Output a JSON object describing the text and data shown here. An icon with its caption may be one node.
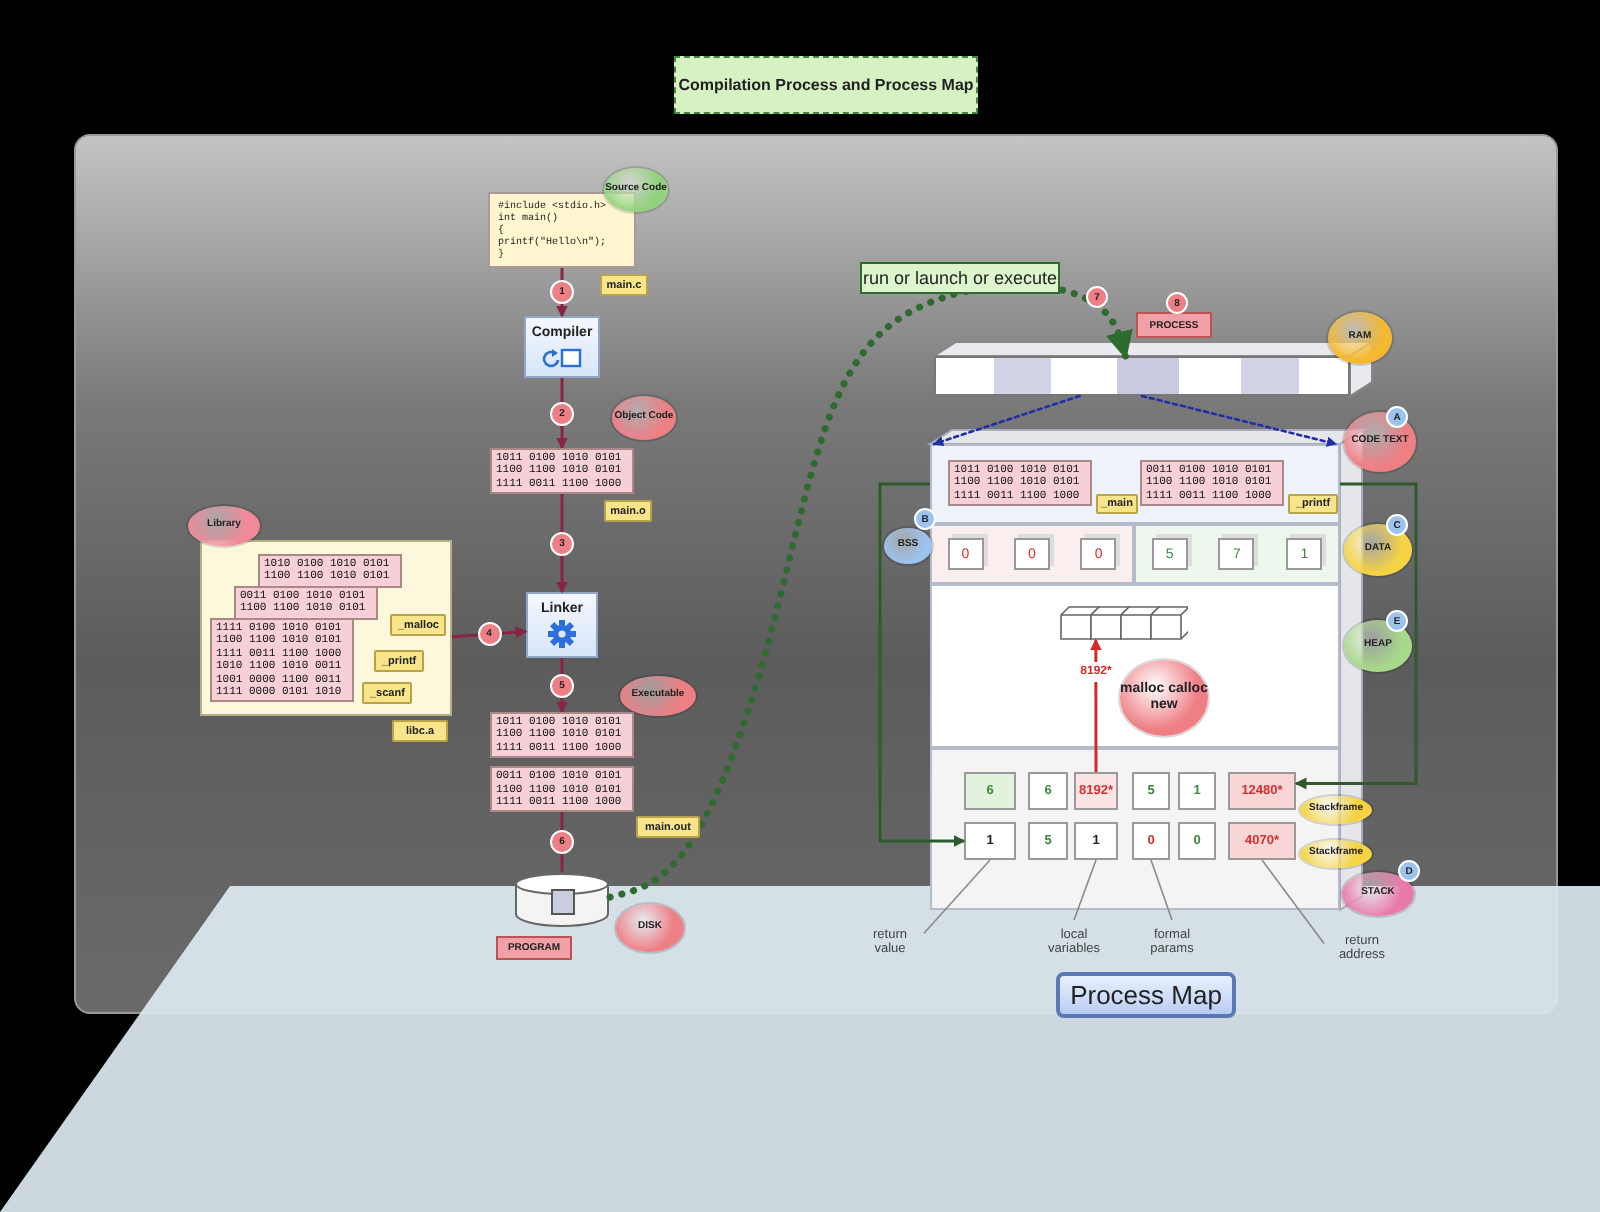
{
  "diagram": {
    "title": "Compilation Process and Process Map",
    "nodes": [
      {
        "text": [
          "#include <stdio.h>",
          "int main()",
          "{",
          "printf(\"Hello\\n\");",
          "}"
        ],
        "beside": [
          "Source Code",
          "main.c"
        ]
      },
      {
        "text": [
          "Compiler"
        ]
      },
      {
        "text": [
          "1011 0100 1010 0101 1100 1100 1010 0101 1111 0011 1100 1000"
        ],
        "beside": [
          "Object Code",
          "main.o"
        ]
      },
      {
        "text": [
          "Linker"
        ]
      },
      {
        "text": [
          "1010 0100 1010 0101 1100 1100 1010 0101",
          "0011 0100 1010 0101 1100 1100 1010 0101",
          "1111 0100 1010 0101 1100 1100 1010 0101 1111 0011 1100 1000 1010 1100 1010 0011 1001 0000 1100 0011 1111 0000 0101 1010",
          "_malloc",
          "_printf",
          "_scanf"
        ],
        "beside": [
          "Library",
          "libc.a"
        ]
      },
      {
        "text": [
          "1011 0100 1010 0101 1100 1100 1010 0101 1111 0011 1100 1000",
          "0011 0100 1010 0101 1100 1100 1010 0101 1111 0011 1100 1000"
        ],
        "beside": [
          "Executable",
          "main.out"
        ]
      },
      {
        "text": [],
        "shape": "cylinder",
        "beside": [
          "PROGRAM",
          "DISK"
        ]
      },
      {
        "text": [],
        "shape": "bar",
        "beside": [
          "PROCESS",
          "RAM"
        ]
      },
      {
        "text": [],
        "shape": "box"
      },
      {
        "text": [],
        "shape": "box",
        "in": 8,
        "beside": [
          "CODE TEXT"
        ]
      },
      {
        "text": [
          "1011 0100 1010 0101 1100 1100 1010 0101 1111 0011 1100 1000"
        ],
        "in": 9,
        "beside": [
          "_main"
        ]
      },
      {
        "text": [
          "0011 0100 1010 0101 1100 1100 1010 0101 1111 0011 1100 1000"
        ],
        "in": 9,
        "beside": [
          "_printf"
        ]
      },
      {
        "text": [
          "0",
          "0",
          "0"
        ],
        "in": 8,
        "beside": [
          "BSS"
        ]
      },
      {
        "text": [
          "5",
          "7",
          "1"
        ],
        "in": 8,
        "beside": [
          "DATA"
        ]
      },
      {
        "text": [],
        "shape": "box",
        "in": 8,
        "beside": [
          "HEAP",
          "malloc calloc new"
        ]
      },
      {
        "text": [],
        "shape": "box",
        "in": 14
      },
      {
        "text": [],
        "shape": "box",
        "in": 8,
        "beside": [
          "STACK"
        ]
      },
      {
        "text": [
          "6"
        ],
        "in": 16
      },
      {
        "text": [
          "6"
        ],
        "in": 16
      },
      {
        "text": [
          "8192*"
        ],
        "in": 16
      },
      {
        "text": [
          "5"
        ],
        "in": 16
      },
      {
        "text": [
          "1"
        ],
        "in": 16
      },
      {
        "text": [
          "12480*"
        ],
        "in": 16,
        "beside": [
          "Stackframe"
        ]
      },
      {
        "text": [
          "1"
        ],
        "in": 16
      },
      {
        "text": [
          "5"
        ],
        "in": 16
      },
      {
        "text": [
          "1"
        ],
        "in": 16
      },
      {
        "text": [
          "0"
        ],
        "in": 16
      },
      {
        "text": [
          "0"
        ],
        "in": 16
      },
      {
        "text": [
          "4070*"
        ],
        "in": 16,
        "beside": [
          "Stackframe"
        ]
      },
      {
        "text": [
          "return value"
        ]
      },
      {
        "text": [
          "local variables"
        ]
      },
      {
        "text": [
          "formal params"
        ]
      },
      {
        "text": [
          "return address"
        ]
      }
    ],
    "edges": [
      {
        "from": 0,
        "to": 1,
        "arrow": "to",
        "label": "1"
      },
      {
        "from": 1,
        "to": 2,
        "arrow": "to",
        "label": "2"
      },
      {
        "from": 2,
        "to": 3,
        "arrow": "to",
        "label": "3"
      },
      {
        "from": 4,
        "to": 3,
        "arrow": "to",
        "label": "4"
      },
      {
        "from": 3,
        "to": 5,
        "arrow": "to",
        "label": "5"
      },
      {
        "from": 5,
        "to": 6,
        "arrow": "none",
        "label": "6"
      },
      {
        "from": 6,
        "to": 7,
        "arrow": "to",
        "label": "run or launch or execute",
        "style": "dashed",
        "color": "#2e6b2e"
      },
      {
        "from": 7,
        "to": 8,
        "arrow": "to",
        "style": "dashed",
        "color": "#1f2fa8"
      },
      {
        "from": 7,
        "to": 8,
        "arrow": "to",
        "style": "dashed",
        "color": "#1f2fa8"
      },
      {
        "from": 9,
        "to": 23,
        "arrow": "to",
        "color": "#2f5a2f"
      },
      {
        "from": 9,
        "to": 22,
        "arrow": "to",
        "color": "#2f5a2f"
      },
      {
        "from": 19,
        "to": 15,
        "arrow": "to",
        "label": "8192*",
        "color": "#d42a2a"
      },
      {
        "from": 29,
        "to": 23,
        "arrow": "none",
        "color": "#8a8a8a"
      },
      {
        "from": 30,
        "to": 25,
        "arrow": "none",
        "color": "#8a8a8a"
      },
      {
        "from": 31,
        "to": 26,
        "arrow": "none",
        "color": "#8a8a8a"
      },
      {
        "from": 32,
        "to": 28,
        "arrow": "none",
        "color": "#8a8a8a"
      }
    ],
    "labels": [
      "7",
      "8",
      "A",
      "B",
      "C",
      "E",
      "D",
      "Process Map"
    ]
  }
}
